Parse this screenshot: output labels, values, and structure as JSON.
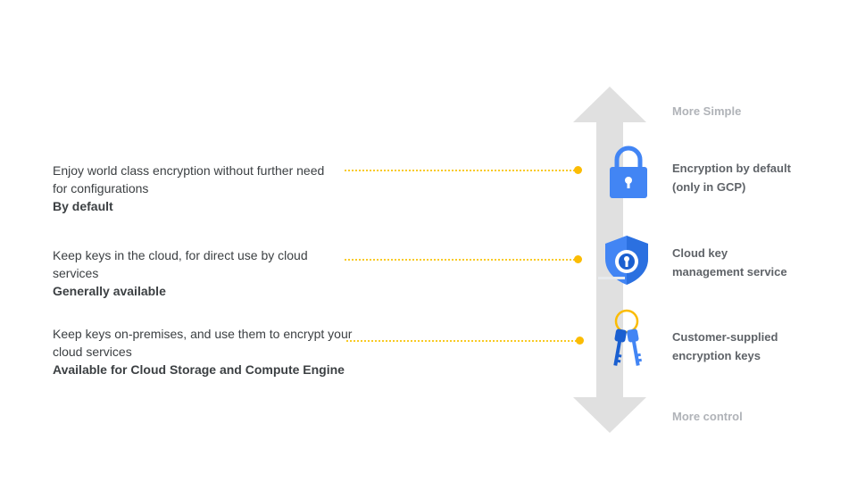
{
  "axis": {
    "top_label": "More Simple",
    "bottom_label": "More control"
  },
  "levels": [
    {
      "description": "Enjoy world class encryption without further need for configurations",
      "availability": "By default",
      "title_line1": "Encryption by default",
      "title_line2": "(only in GCP)",
      "icon": "lock-icon"
    },
    {
      "description": "Keep keys in the cloud, for direct use by cloud services",
      "availability": "Generally available",
      "title_line1": "Cloud key",
      "title_line2": "management service",
      "icon": "shield-key-icon"
    },
    {
      "description": "Keep keys on-premises, and use them to encrypt your cloud services",
      "availability": "Available for Cloud Storage and Compute Engine",
      "title_line1": "Customer-supplied",
      "title_line2": "encryption keys",
      "icon": "keys-icon"
    }
  ],
  "colors": {
    "arrow": "#e0e0e0",
    "connector": "#fbbc04",
    "icon_blue": "#4285f4",
    "icon_dark_blue": "#1a5fd0",
    "key_ring": "#fbbc04"
  }
}
